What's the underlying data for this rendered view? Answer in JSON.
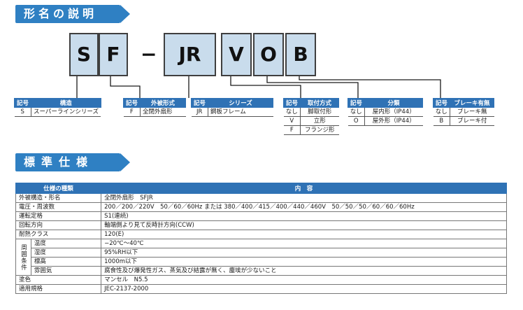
{
  "section1_title": "形名の説明",
  "section2_title": "標準仕様",
  "model_codes": {
    "c1": "S",
    "c2": "F",
    "dash": "−",
    "c3": "JR",
    "c4": "V",
    "c5": "O",
    "c6": "B"
  },
  "legend_tables": [
    {
      "header": [
        "記号",
        "構造"
      ],
      "rows": [
        [
          "S",
          "スーパーラインシリーズ"
        ]
      ]
    },
    {
      "header": [
        "記号",
        "外被形式"
      ],
      "rows": [
        [
          "F",
          "全閉外扇形"
        ]
      ]
    },
    {
      "header": [
        "記号",
        "シリーズ"
      ],
      "rows": [
        [
          "JR",
          "鋼板フレーム"
        ]
      ]
    },
    {
      "header": [
        "記号",
        "取付方式"
      ],
      "rows": [
        [
          "なし",
          "脚取付形"
        ],
        [
          "V",
          "立形"
        ],
        [
          "F",
          "フランジ形"
        ]
      ]
    },
    {
      "header": [
        "記号",
        "分類"
      ],
      "rows": [
        [
          "なし",
          "屋内形（IP44）"
        ],
        [
          "O",
          "屋外形（IP44）"
        ]
      ]
    },
    {
      "header": [
        "記号",
        "ブレーキ有無"
      ],
      "rows": [
        [
          "なし",
          "ブレーキ無"
        ],
        [
          "B",
          "ブレーキ付"
        ]
      ]
    }
  ],
  "spec": {
    "header_left": "仕様の種類",
    "header_right": "内　容",
    "rows": [
      [
        "外被構造・形名",
        "全閉外扇形　SFJR"
      ],
      [
        "電圧・周波数",
        "200／200／220V　50／60／60Hz または 380／400／415／400／440／460V　50／50／50／60／60／60Hz"
      ],
      [
        "運転定格",
        "S1(連続)"
      ],
      [
        "回転方向",
        "軸端側より見て反時計方向(CCW)"
      ],
      [
        "耐熱クラス",
        "120(E)"
      ]
    ],
    "env_label": "周囲条件",
    "env_rows": [
      [
        "温度",
        "−20℃〜40℃"
      ],
      [
        "湿度",
        "95%RH以下"
      ],
      [
        "標高",
        "1000m以下"
      ],
      [
        "雰囲気",
        "腐食性及び爆発性ガス、蒸気及び結露が無く、塵埃が少ないこと"
      ]
    ],
    "tail_rows": [
      [
        "塗色",
        "マンセル　N5.5"
      ],
      [
        "適用規格",
        "JEC-2137-2000"
      ]
    ]
  }
}
